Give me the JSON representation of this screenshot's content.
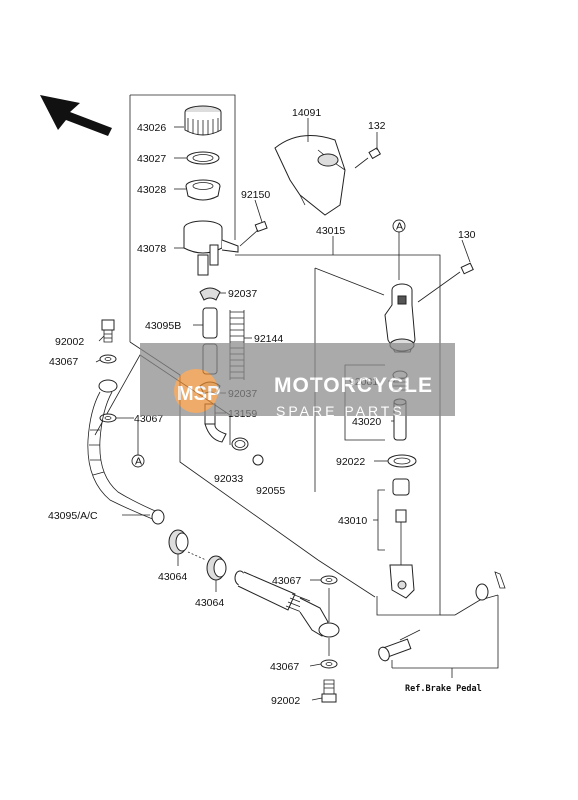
{
  "labels": {
    "p43026": "43026",
    "p43027": "43027",
    "p43028": "43028",
    "p43078": "43078",
    "p14091": "14091",
    "p132": "132",
    "p92150": "92150",
    "p43015": "43015",
    "p130": "130",
    "p92037a": "92037",
    "p43095b": "43095B",
    "p92144": "92144",
    "p92037b": "92037",
    "p13159": "13159",
    "p92033": "92033",
    "p92055": "92055",
    "p92081": "92081",
    "p43020": "43020",
    "p92022": "92022",
    "p43010": "43010",
    "p92002a": "92002",
    "p43067a": "43067",
    "p43067b": "43067",
    "p43095ac": "43095/A/C",
    "p43064a": "43064",
    "p43064b": "43064",
    "p43067c": "43067",
    "p43067d": "43067",
    "p92002b": "92002",
    "circleA1": "A",
    "circleA2": "A",
    "refBrakePedal": "Ref.Brake Pedal"
  },
  "watermark": {
    "title": "MOTORCYCLE",
    "subtitle": "SPARE PARTS",
    "logo": "MSP"
  },
  "colors": {
    "watermark_band": "#8a8a8a",
    "watermark_logo": "#f28c28"
  }
}
